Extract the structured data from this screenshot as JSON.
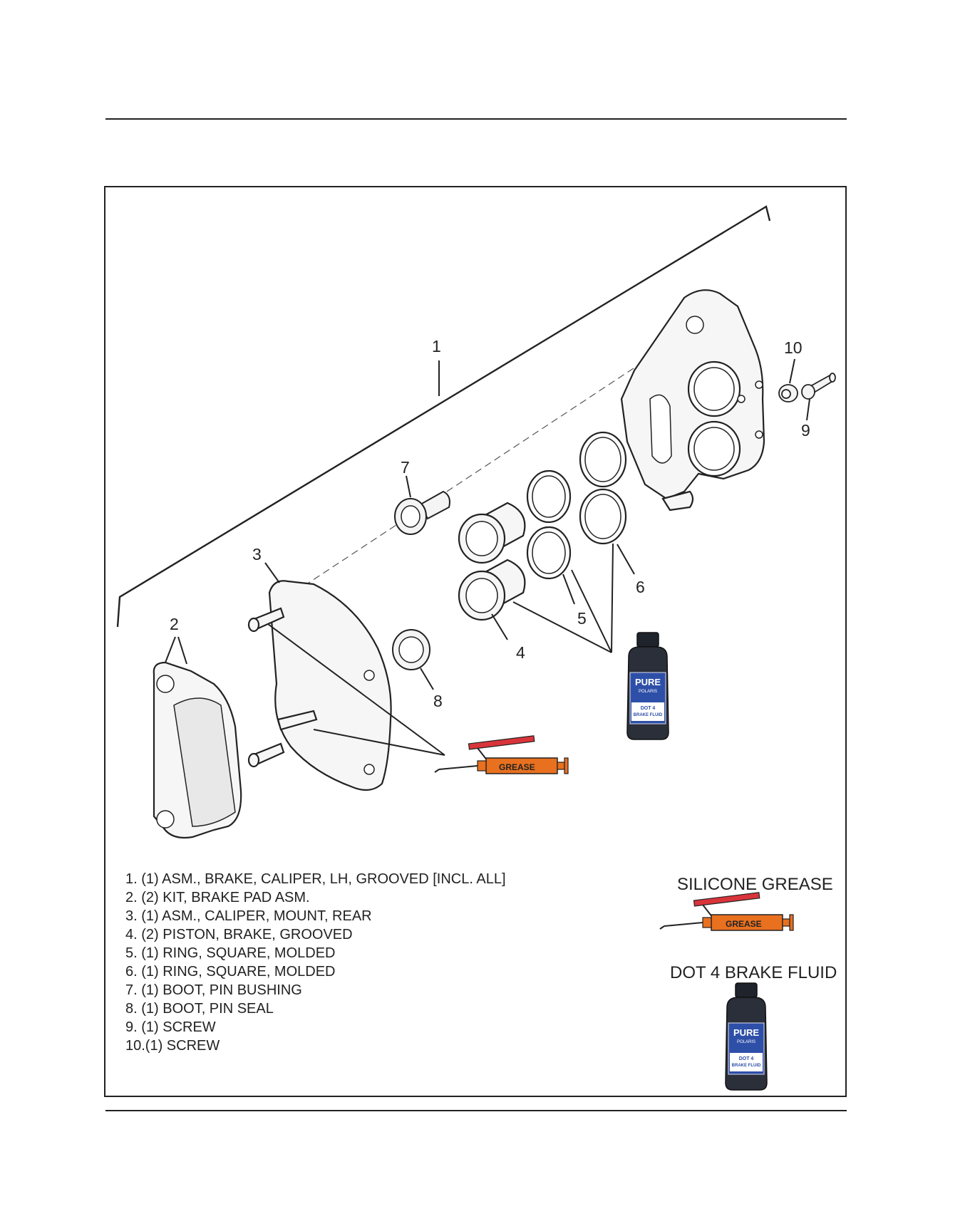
{
  "callouts": {
    "c1": "1",
    "c2": "2",
    "c3": "3",
    "c4": "4",
    "c5": "5",
    "c6": "6",
    "c7": "7",
    "c8": "8",
    "c9": "9",
    "c10": "10"
  },
  "product_labels": {
    "grease_tube": "GREASE",
    "bottle_brand": "PURE",
    "bottle_sub": "POLARIS",
    "bottle_line1": "DOT 4",
    "bottle_line2": "BRAKE FLUID"
  },
  "parts_list": [
    "1.  (1) ASM., BRAKE, CALIPER, LH, GROOVED [INCL. ALL]",
    "2.  (2)  KIT, BRAKE PAD ASM.",
    "3.  (1) ASM., CALIPER, MOUNT, REAR",
    "4.  (2) PISTON, BRAKE, GROOVED",
    "5.  (1) RING, SQUARE, MOLDED",
    "6.  (1) RING, SQUARE, MOLDED",
    "7.  (1) BOOT, PIN BUSHING",
    "8.  (1) BOOT, PIN SEAL",
    "9.  (1) SCREW",
    "10.(1) SCREW"
  ],
  "legend": {
    "grease_title": "SILICONE GREASE",
    "fluid_title": "DOT 4 BRAKE FLUID"
  },
  "colors": {
    "grease_orange": "#e8701f",
    "grease_red": "#d8343a",
    "bottle_body": "#2a2f3a",
    "bottle_label": "#2e4fa8"
  }
}
